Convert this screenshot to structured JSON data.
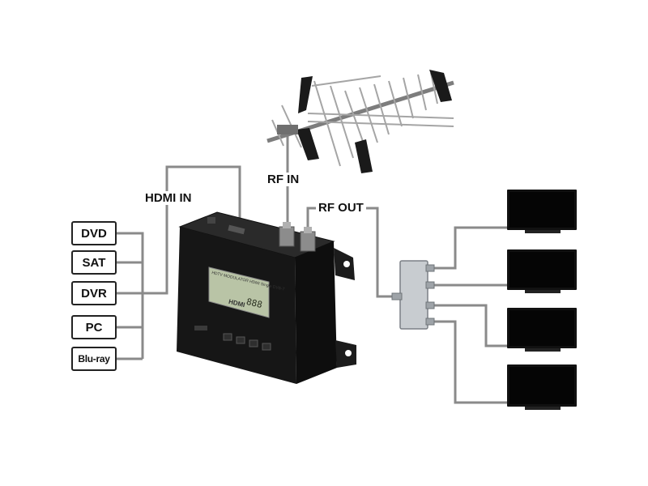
{
  "labels": {
    "hdmi_in": "HDMI IN",
    "rf_in": "RF IN",
    "rf_out": "RF OUT"
  },
  "sources": [
    "DVD",
    "SAT",
    "DVR",
    "PC",
    "Blu-ray"
  ],
  "device": {
    "lcd_text": "888",
    "top_caption": "HDTV MODULATOR HDMI Single DVB-T",
    "logo_text": "HDMI"
  },
  "tvs": 4,
  "colors": {
    "cable": "#8a8a8a",
    "device_body": "#151515",
    "lcd_bg": "#b9c4a6",
    "tv_frame": "#111111",
    "splitter": "#c8ccd0"
  }
}
